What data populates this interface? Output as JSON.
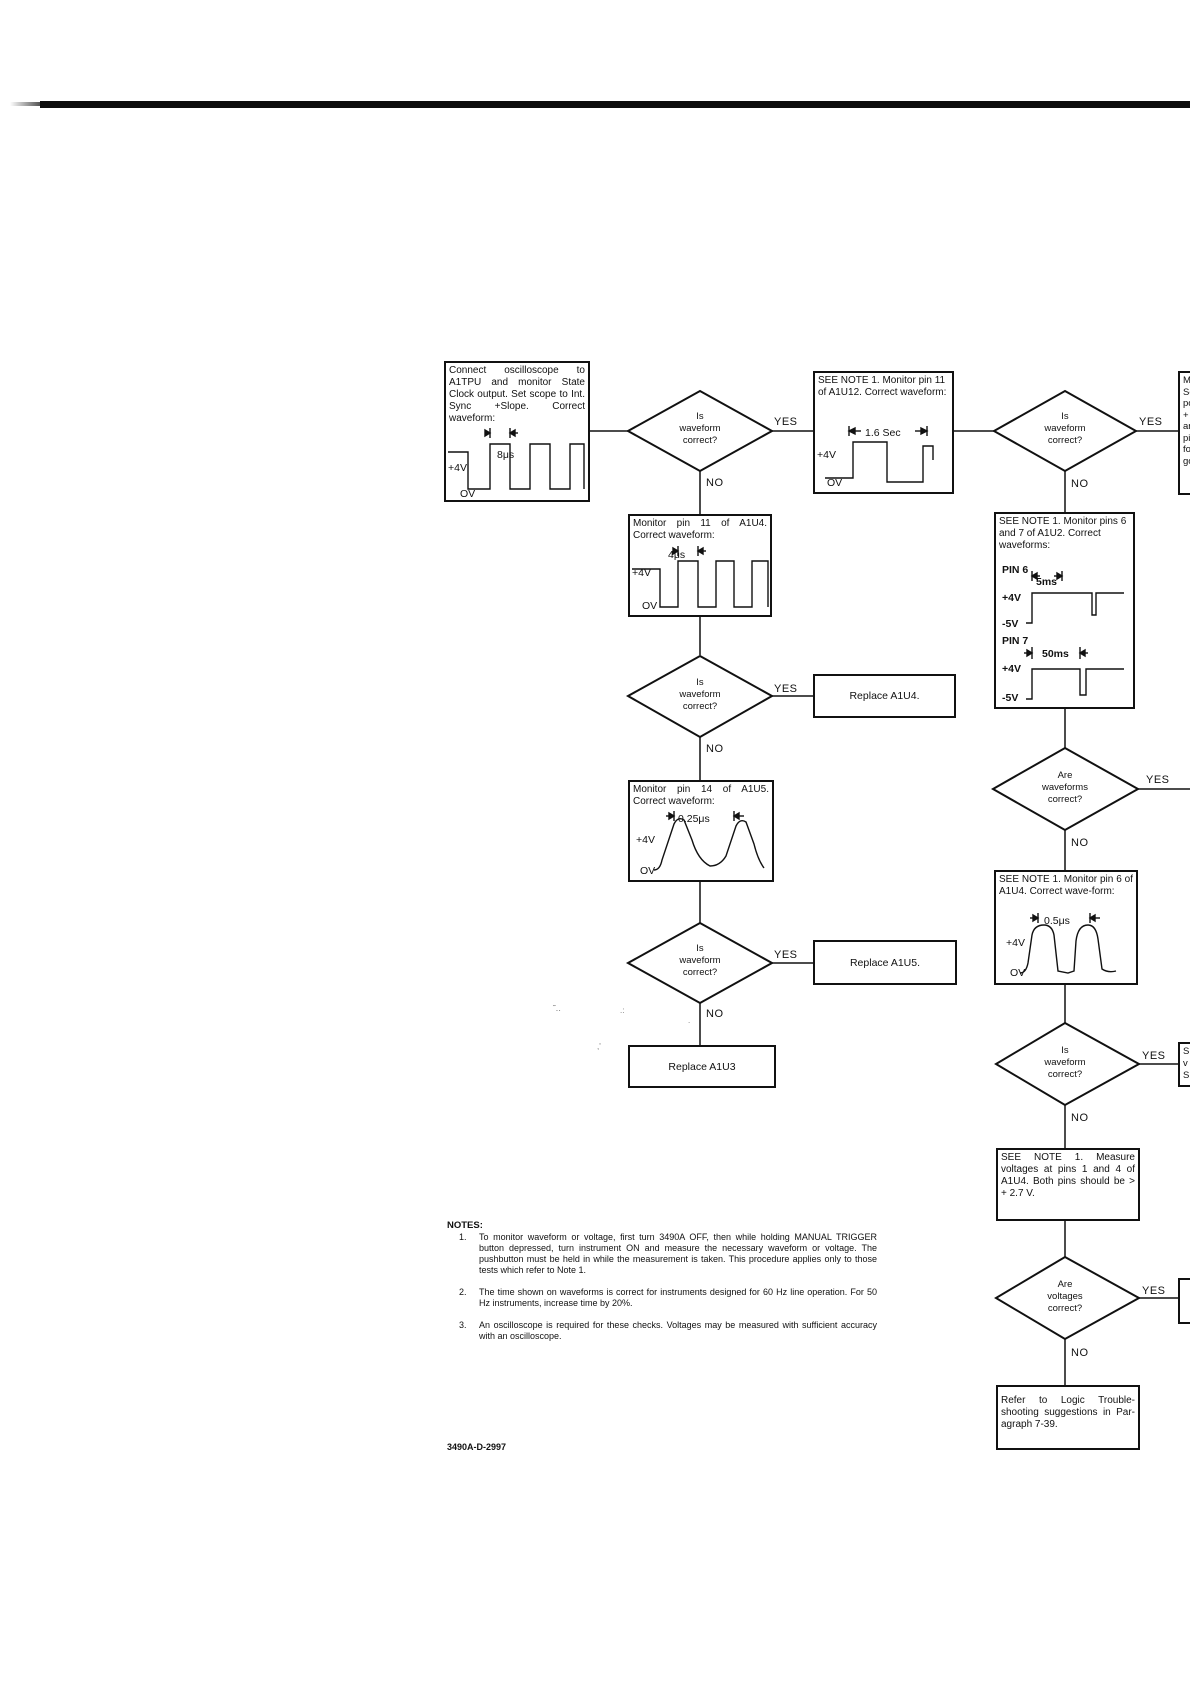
{
  "doc_id": "3490A-D-2997",
  "labels": {
    "yes": "YES",
    "no": "NO"
  },
  "boxes": {
    "b1": "Connect oscilloscope to A1TPU and monitor State Clock output. Set scope to Int. Sync +Slope. Correct waveform:",
    "b2": "SEE NOTE 1. Monitor pin 11 of A1U12. Correct waveform:",
    "b3": "Monitor pin 11 of A1U4. Correct waveform:",
    "b4": "Replace A1U4.",
    "b5": "Monitor pin 14 of A1U5. Correct waveform:",
    "b6": "Replace A1U5.",
    "b7": "Replace A1U3",
    "b8": "SEE NOTE 1. Monitor pins 6 and 7 of A1U2. Correct waveforms:",
    "b9": "SEE NOTE 1. Monitor pin 6 of A1U4. Correct wave-form:",
    "b10": "SEE NOTE 1. Measure voltages at pins 1 and 4 of A1U4. Both pins should be > + 2.7 V.",
    "b11": "Refer to Logic Trouble-shooting suggestions in Par-agraph 7-39.",
    "edge_right_top": [
      "Mo",
      "Sc",
      "po",
      "+",
      "an",
      "pi",
      "fo",
      "go"
    ],
    "edge_right_mid": [
      "S",
      "v",
      "S"
    ]
  },
  "decisions": {
    "d1": [
      "Is",
      "waveform",
      "correct?"
    ],
    "d2": [
      "Is",
      "waveform",
      "correct?"
    ],
    "d3": [
      "Is",
      "waveform",
      "correct?"
    ],
    "d4": [
      "Is",
      "waveform",
      "correct?"
    ],
    "d5": [
      "Are",
      "waveforms",
      "correct?"
    ],
    "d6": [
      "Is",
      "waveform",
      "correct?"
    ],
    "d7": [
      "Are",
      "voltages",
      "correct?"
    ]
  },
  "waveforms": {
    "w1": {
      "period": "8μs",
      "high": "+4V",
      "low": "OV"
    },
    "w2": {
      "period": "1.6 Sec",
      "high": "+4V",
      "low": "OV"
    },
    "w3": {
      "period": "4μs",
      "high": "+4V",
      "low": "OV"
    },
    "w5": {
      "period": "0.25μs",
      "high": "+4V",
      "low": "OV"
    },
    "w8a": {
      "pin": "PIN 6",
      "period": "5ms",
      "high": "+4V",
      "low": "-5V"
    },
    "w8b": {
      "pin": "PIN 7",
      "period": "50ms",
      "high": "+4V",
      "low": "-5V"
    },
    "w9": {
      "period": "0.5μs",
      "high": "+4V",
      "low": "OV"
    }
  },
  "notes": {
    "heading": "NOTES:",
    "items": [
      {
        "num": "1.",
        "text": "To monitor waveform or voltage, first turn 3490A OFF, then while holding MANUAL TRIGGER button depressed, turn instrument ON and measure the necessary waveform or voltage. The pushbutton must be held in while the measurement is taken. This procedure applies only to those tests which refer to Note 1."
      },
      {
        "num": "2.",
        "text": "The time shown on waveforms is correct for instruments designed for 60 Hz line operation. For 50 Hz instruments, increase time by 20%."
      },
      {
        "num": "3.",
        "text": "An oscilloscope is required for these checks. Voltages may be measured with sufficient accuracy with an oscilloscope."
      }
    ]
  }
}
